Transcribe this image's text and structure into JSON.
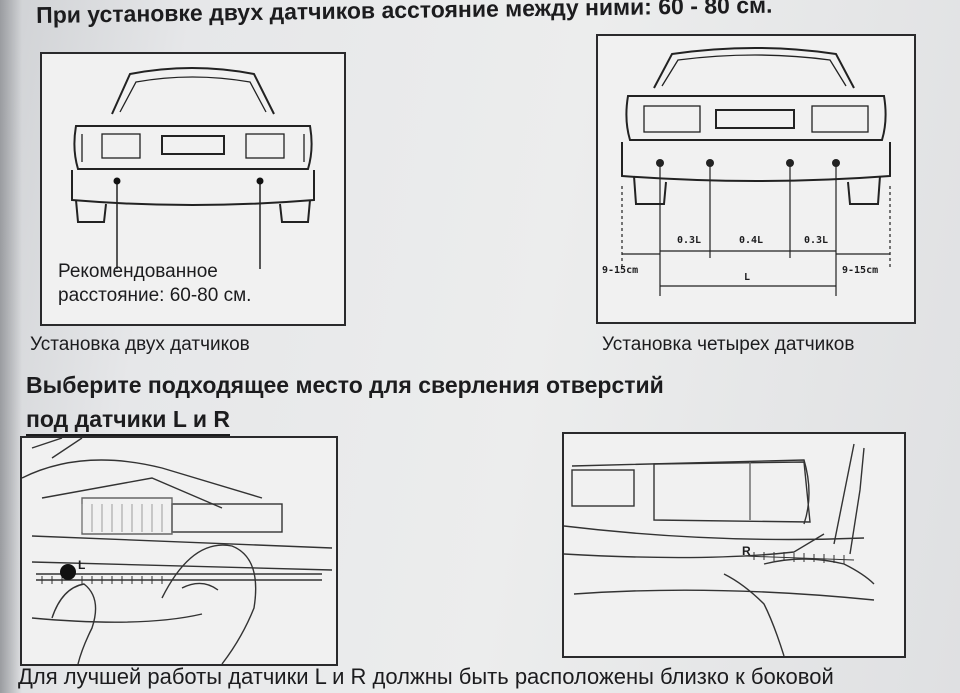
{
  "header": {
    "text": "При установке двух датчиков асстояние между ними: 60 - 80 см."
  },
  "two_sensor_diagram": {
    "label_line1": "Рекомендованное",
    "label_line2": "расстояние: 60-80 см.",
    "caption": "Установка двух датчиков"
  },
  "four_sensor_diagram": {
    "measurements": {
      "left_edge": "9-15cm",
      "right_edge": "9-15cm",
      "seg1": "0.3L",
      "seg2": "0.4L",
      "seg3": "0.3L",
      "total": "L"
    },
    "caption": "Установка четырех датчиков"
  },
  "section": {
    "title_line1": "Выберите подходящее место для сверления отверстий",
    "title_line2": "под датчики L и R"
  },
  "drill_left": {
    "marker": "L"
  },
  "drill_right": {
    "marker": "R"
  },
  "footer": {
    "text": "Для лучшей работы датчики L и R должны быть расположены близко к боковой"
  }
}
